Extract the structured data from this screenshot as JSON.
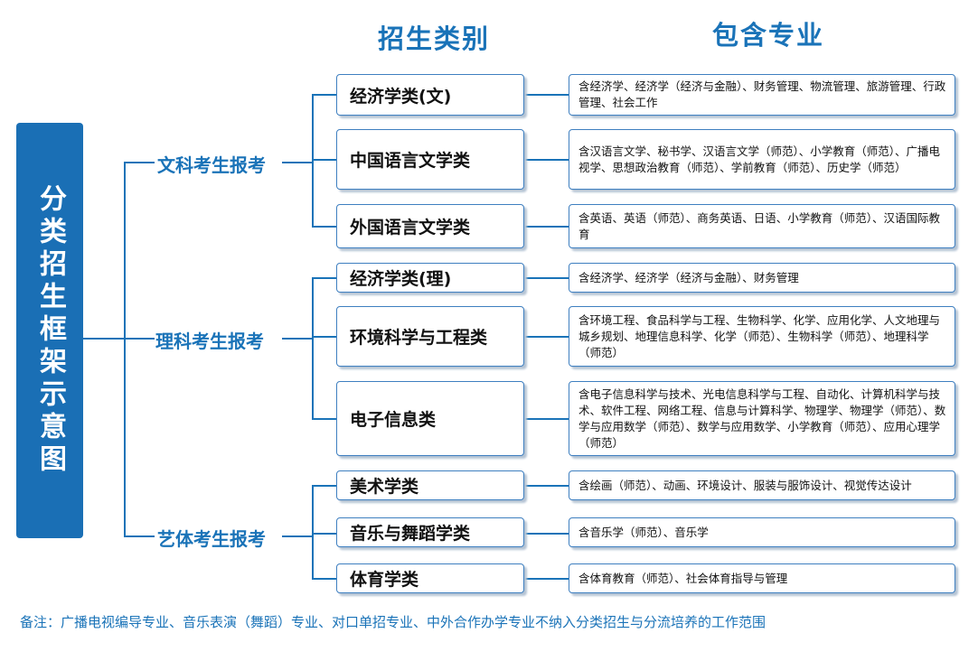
{
  "headers": {
    "category": "招生类别",
    "majors": "包含专业"
  },
  "sidebar_title": "分类招生框架示意图",
  "groups": [
    {
      "label": "文科考生报考",
      "items": [
        {
          "name": "经济学类(文)",
          "desc": "含经济学、经济学（经济与金融）、财务管理、物流管理、旅游管理、行政管理、社会工作"
        },
        {
          "name": "中国语言文学类",
          "desc": "含汉语言文学、秘书学、汉语言文学（师范）、小学教育（师范）、广播电视学、思想政治教育（师范）、学前教育（师范）、历史学（师范）"
        },
        {
          "name": "外国语言文学类",
          "desc": "含英语、英语（师范）、商务英语、日语、小学教育（师范）、汉语国际教育"
        }
      ]
    },
    {
      "label": "理科考生报考",
      "items": [
        {
          "name": "经济学类(理)",
          "desc": "含经济学、经济学（经济与金融）、财务管理"
        },
        {
          "name": "环境科学与工程类",
          "desc": "含环境工程、食品科学与工程、生物科学、化学、应用化学、人文地理与城乡规划、地理信息科学、化学（师范）、生物科学（师范）、地理科学（师范）"
        },
        {
          "name": "电子信息类",
          "desc": "含电子信息科学与技术、光电信息科学与工程、自动化、计算机科学与技术、软件工程、网络工程、信息与计算科学、物理学、物理学（师范）、数学与应用数学（师范）、数学与应用数学、小学教育（师范）、应用心理学（师范）"
        }
      ]
    },
    {
      "label": "艺体考生报考",
      "items": [
        {
          "name": "美术学类",
          "desc": "含绘画（师范）、动画、环境设计、服装与服饰设计、视觉传达设计"
        },
        {
          "name": "音乐与舞蹈学类",
          "desc": "含音乐学（师范）、音乐学"
        },
        {
          "name": "体育学类",
          "desc": "含体育教育（师范）、社会体育指导与管理"
        }
      ]
    }
  ],
  "note": "备注：广播电视编导专业、音乐表演（舞蹈）专业、对口单招专业、中外合作办学专业不纳入分类招生与分流培养的工作范围"
}
